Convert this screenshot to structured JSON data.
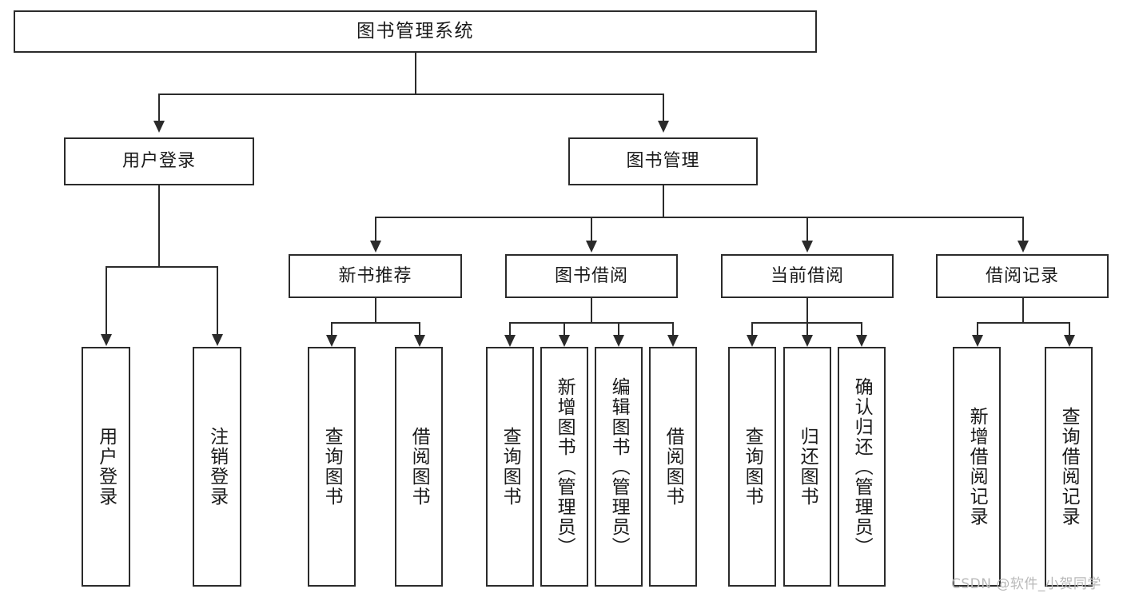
{
  "diagram": {
    "title_node": {
      "label": "图书管理系统"
    },
    "level2": [
      {
        "id": "user-login",
        "label": "用户登录"
      },
      {
        "id": "book-manage",
        "label": "图书管理"
      }
    ],
    "level3": [
      {
        "id": "new-book-recommend",
        "label": "新书推荐"
      },
      {
        "id": "book-borrow",
        "label": "图书借阅"
      },
      {
        "id": "current-borrow",
        "label": "当前借阅"
      },
      {
        "id": "borrow-record",
        "label": "借阅记录"
      }
    ],
    "leaves": [
      {
        "id": "leaf-user-login",
        "label": "用户登录"
      },
      {
        "id": "leaf-logout-login",
        "label": "注销登录"
      },
      {
        "id": "leaf-query-book-1",
        "label": "查询图书"
      },
      {
        "id": "leaf-borrow-book-1",
        "label": "借阅图书"
      },
      {
        "id": "leaf-query-book-2",
        "label": "查询图书"
      },
      {
        "id": "leaf-add-book",
        "label": "新增图书（管理员）"
      },
      {
        "id": "leaf-edit-book",
        "label": "编辑图书（管理员）"
      },
      {
        "id": "leaf-borrow-book-2",
        "label": "借阅图书"
      },
      {
        "id": "leaf-query-book-3",
        "label": "查询图书"
      },
      {
        "id": "leaf-return-book",
        "label": "归还图书"
      },
      {
        "id": "leaf-confirm-return",
        "label": "确认归还（管理员）"
      },
      {
        "id": "leaf-add-record",
        "label": "新增借阅记录"
      },
      {
        "id": "leaf-query-record",
        "label": "查询借阅记录"
      }
    ]
  },
  "watermark": {
    "text": "CSDN @软件_小贺同学"
  },
  "colors": {
    "stroke": "#2b2b2b",
    "background": "#ffffff",
    "text": "#1a1a1a",
    "watermark": "#b9b9b9"
  }
}
